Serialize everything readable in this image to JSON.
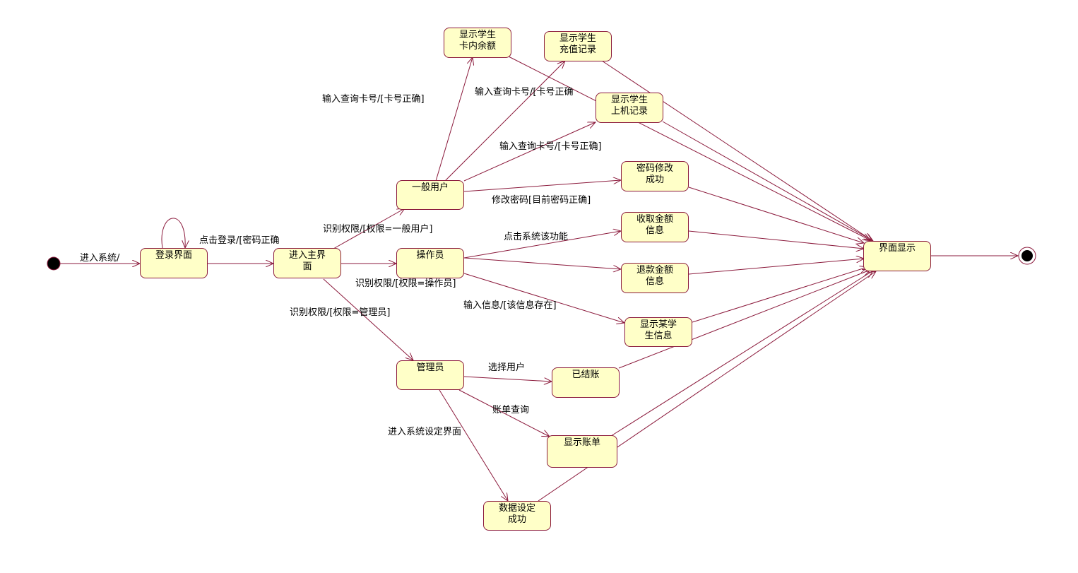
{
  "states": {
    "login": "登录界面",
    "main": "进入主界\n面",
    "normal_user": "一般用户",
    "operator": "操作员",
    "admin": "管理员",
    "balance": "显示学生\n卡内余额",
    "recharge": "显示学生\n充值记录",
    "online": "显示学生\n上机记录",
    "pwd_ok": "密码修改\n成功",
    "collect": "收取金额\n信息",
    "refund": "退款金额\n信息",
    "stu_info": "显示某学\n生信息",
    "settled": "已结账",
    "bill": "显示账单",
    "data_set": "数据设定\n成功",
    "display": "界面显示"
  },
  "labels": {
    "enter_system": "进入系统/",
    "click_login": "点击登录/[密码正确",
    "role_normal": "识别权限/[权限=一般用户]",
    "role_operator": "识别权限/[权限=操作员]",
    "role_admin": "识别权限/[权限=管理员]",
    "query_card_1": "输入查询卡号/[卡号正确]",
    "query_card_2": "输入查询卡号/[卡号正确",
    "query_card_3": "输入查询卡号/[卡号正确]",
    "change_pwd": "修改密码[目前密码正确]",
    "click_func": "点击系统该功能",
    "input_info": "输入信息/[该信息存在]",
    "select_user": "选择用户",
    "bill_query": "账单查询",
    "enter_setting": "进入系统设定界面"
  }
}
